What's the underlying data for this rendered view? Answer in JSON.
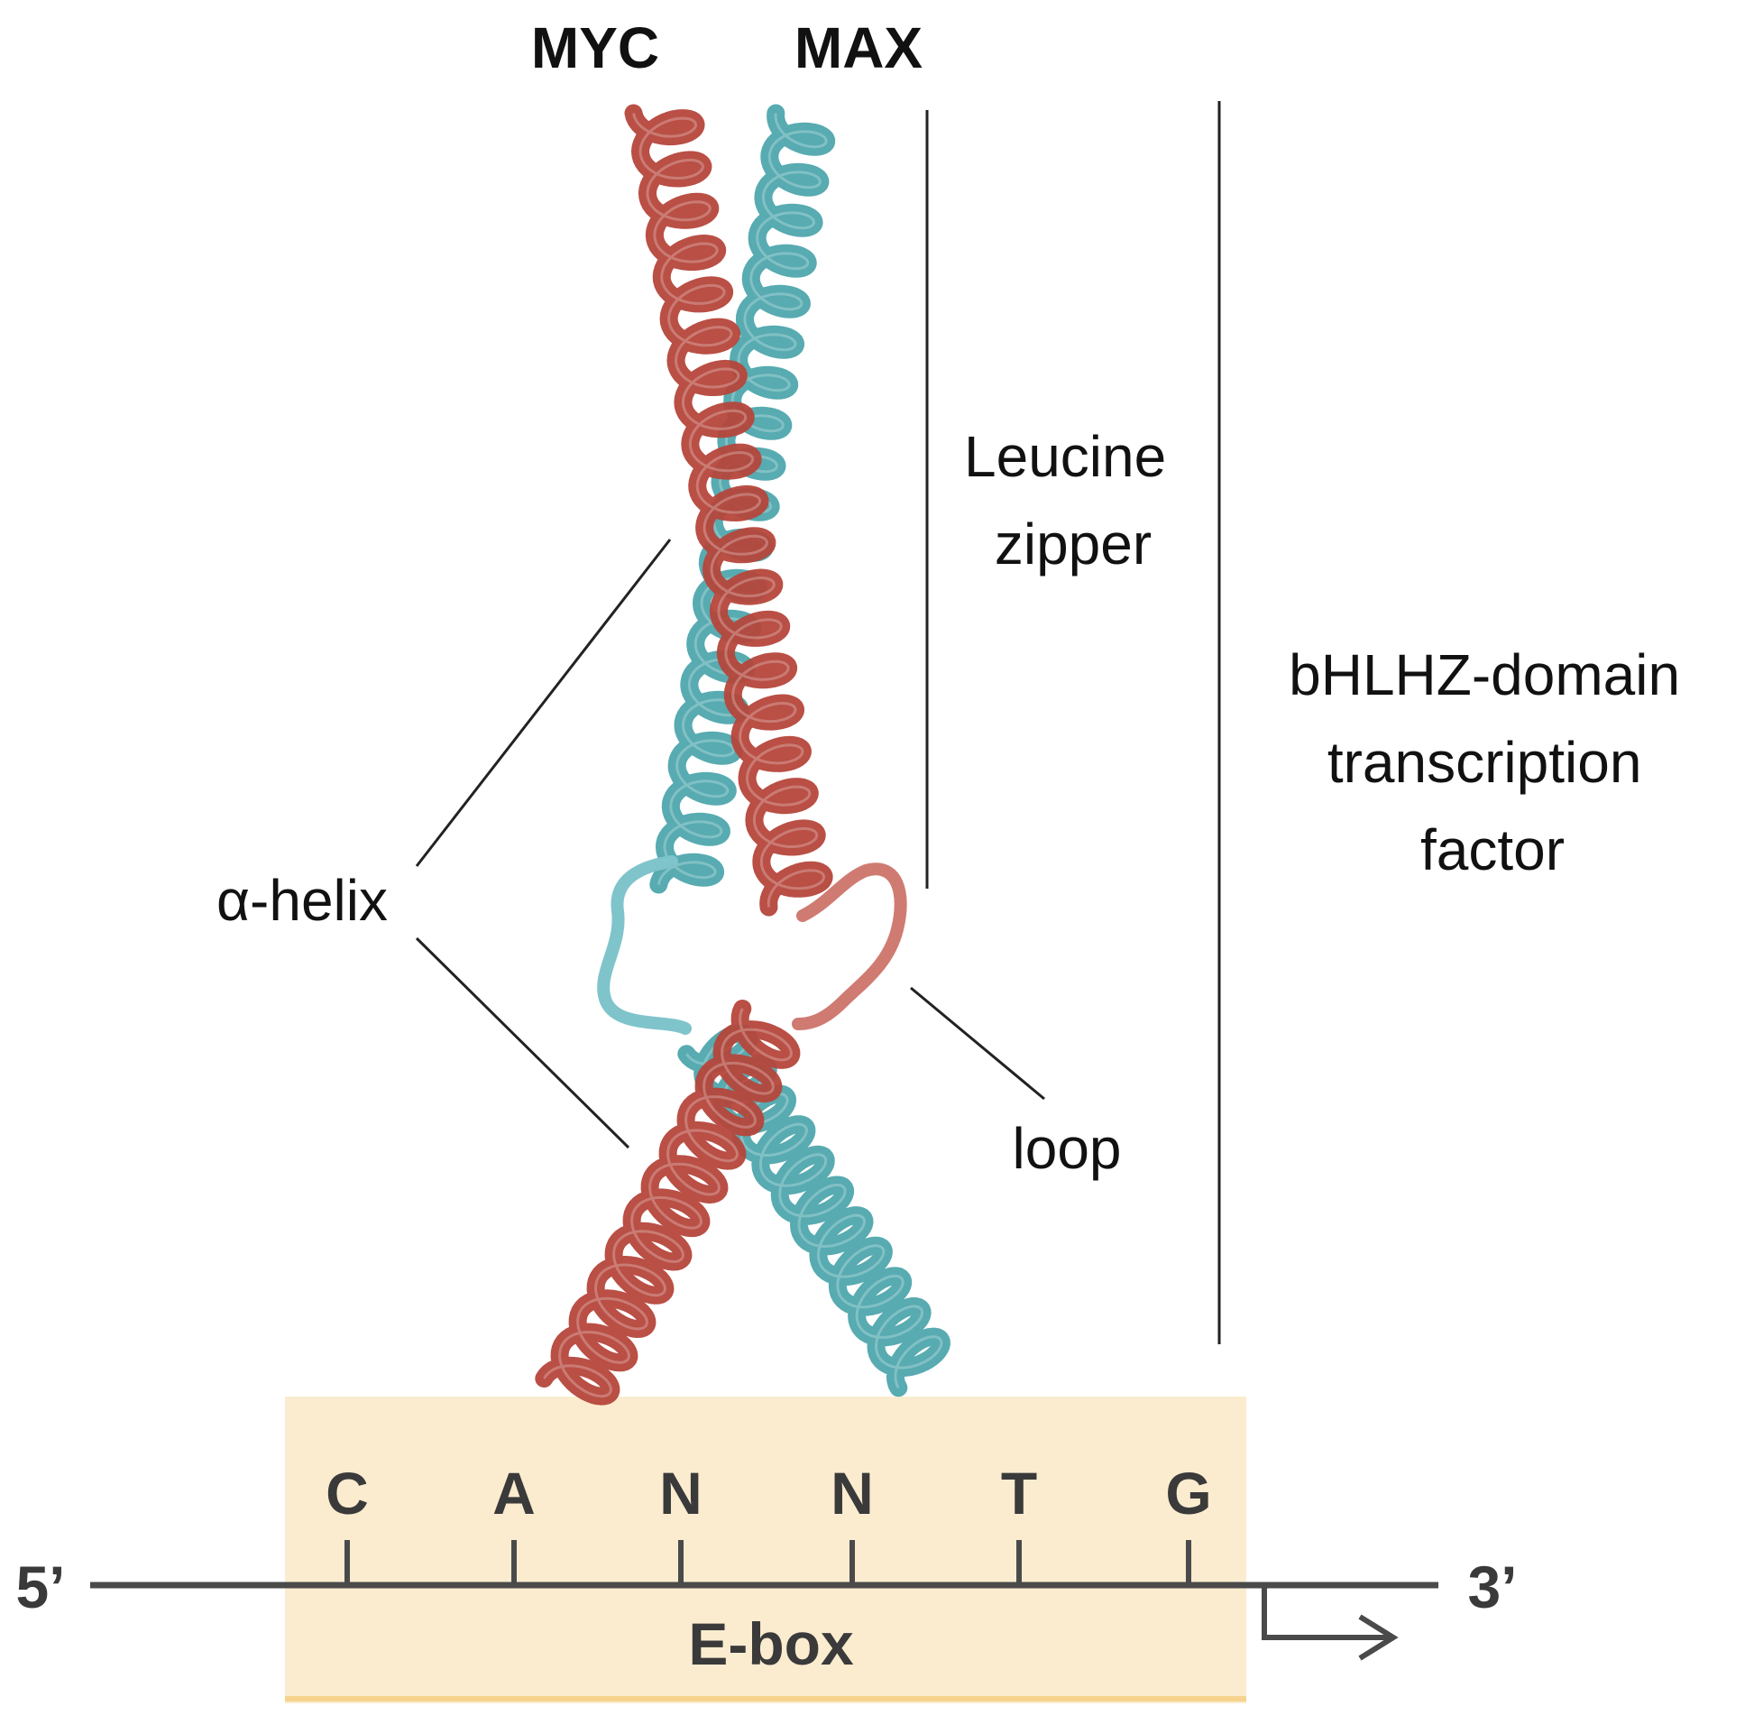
{
  "proteins": {
    "left": "MYC",
    "right": "MAX"
  },
  "labels": {
    "leucine_zipper": [
      "Leucine",
      "zipper"
    ],
    "domain": [
      "bHLHZ-domain",
      "transcription",
      "factor"
    ],
    "alpha_helix": "α-helix",
    "loop": "loop"
  },
  "dna": {
    "five_prime": "5’",
    "three_prime": "3’",
    "sequence": [
      "C",
      "A",
      "N",
      "N",
      "T",
      "G"
    ],
    "element": "E-box"
  },
  "colors": {
    "myc": "#b5463b",
    "max": "#4ea6ad",
    "ebox_fill": "#fbecd0",
    "ebox_edge": "#f6d48e",
    "dna_line": "#4a4a4a"
  }
}
